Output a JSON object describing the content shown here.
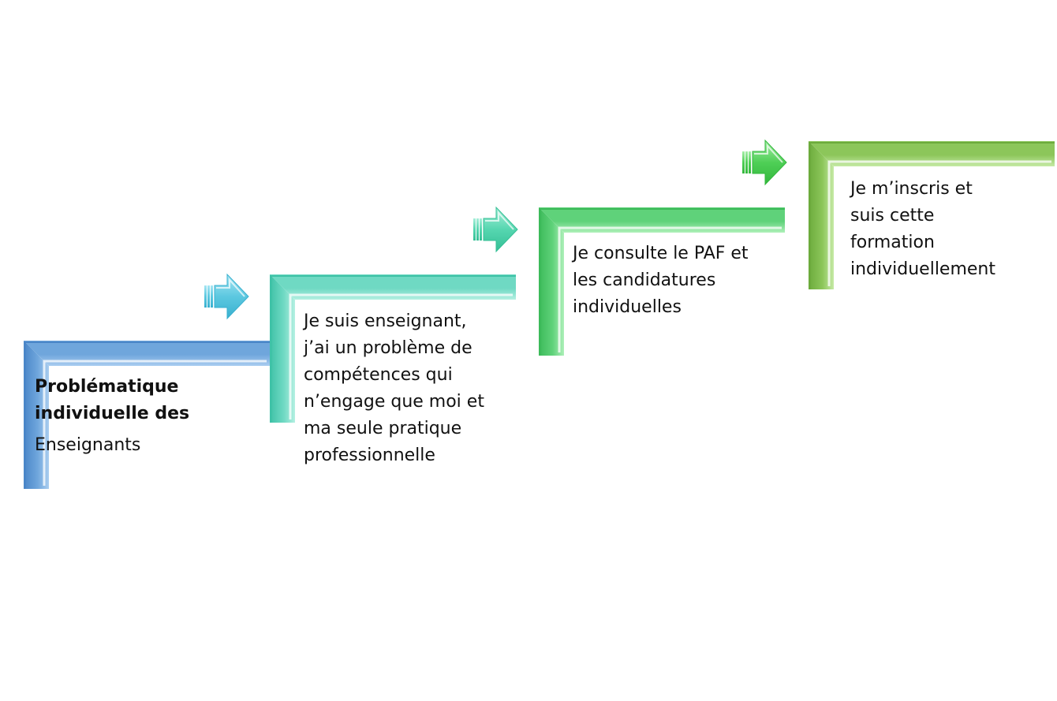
{
  "steps": [
    {
      "lines_bold": [
        "Problématique",
        "individuelle des"
      ],
      "lines": [
        "Enseignants"
      ],
      "color_light": "#a9cdf0",
      "color_main": "#6fa6dc",
      "color_dark": "#4a86c8"
    },
    {
      "lines_bold": [],
      "lines": [
        "Je suis enseignant,",
        "j’ai un problème de",
        "compétences qui",
        "n’engage que moi et",
        "ma seule pratique",
        "professionnelle"
      ],
      "color_light": "#b4f0e2",
      "color_main": "#6fd9c3",
      "color_dark": "#3fc2a7"
    },
    {
      "lines_bold": [],
      "lines": [
        "Je consulte le PAF et",
        "les candidatures",
        "individuelles"
      ],
      "color_light": "#aef0b9",
      "color_main": "#5fd27a",
      "color_dark": "#3cba59"
    },
    {
      "lines_bold": [],
      "lines": [
        "Je m’inscris et",
        "suis cette",
        "formation",
        "individuellement"
      ],
      "color_light": "#c6eaa6",
      "color_main": "#8cc65a",
      "color_dark": "#6cab3c"
    }
  ],
  "arrows": [
    {
      "color_light": "#a7e6f3",
      "color_main": "#5cc8e0",
      "color_dark": "#38b0cf"
    },
    {
      "color_light": "#a8efd9",
      "color_main": "#56d6b0",
      "color_dark": "#34bf95"
    },
    {
      "color_light": "#a6eea8",
      "color_main": "#4fcf56",
      "color_dark": "#33b73c"
    }
  ]
}
